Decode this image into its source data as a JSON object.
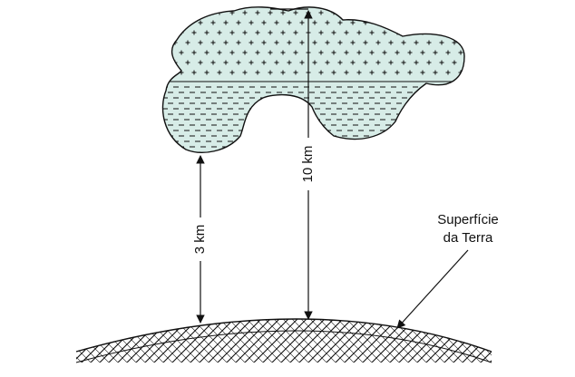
{
  "labels": {
    "distance_to_cloud_base": "3 km",
    "distance_to_cloud_top": "10 km",
    "earth_surface_line1": "Superfície",
    "earth_surface_line2": "da Terra"
  },
  "colors": {
    "cloud_fill": "#d7ece7",
    "outline": "#111111",
    "background": "#ffffff"
  },
  "markers": {
    "upper_region_charge_symbol": "+",
    "lower_region_charge_symbol": "−"
  }
}
